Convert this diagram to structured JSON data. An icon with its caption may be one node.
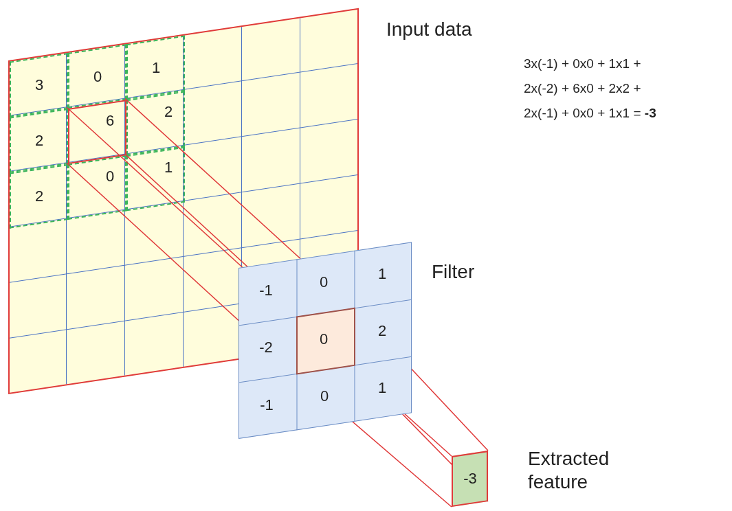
{
  "diagram": {
    "nodes": [
      {
        "text": [
          "Input data"
        ]
      },
      {
        "text": [
          "3"
        ],
        "in": 0
      },
      {
        "text": [
          "0"
        ],
        "in": 0
      },
      {
        "text": [
          "1"
        ],
        "in": 0
      },
      {
        "text": [
          "2"
        ],
        "in": 0
      },
      {
        "text": [
          "6"
        ],
        "in": 0
      },
      {
        "text": [
          "2"
        ],
        "in": 0
      },
      {
        "text": [
          "2"
        ],
        "in": 0
      },
      {
        "text": [
          "0"
        ],
        "in": 0
      },
      {
        "text": [
          "1"
        ],
        "in": 0
      },
      {
        "text": [
          "Filter"
        ]
      },
      {
        "text": [
          "-1"
        ]
      },
      {
        "text": [
          "0"
        ]
      },
      {
        "text": [
          "1"
        ],
        "in": 10
      },
      {
        "text": [
          "-2"
        ]
      },
      {
        "text": [
          "0"
        ]
      },
      {
        "text": [
          "2"
        ],
        "in": 10
      },
      {
        "text": [
          "-1"
        ],
        "in": 10
      },
      {
        "text": [
          "0"
        ],
        "in": 10
      },
      {
        "text": [
          "1"
        ],
        "in": 10
      },
      {
        "text": [
          "-3",
          "Extracted feature"
        ]
      }
    ],
    "labels": [
      "3x(-1) + 0x0 + 1x1 +",
      "2x(-2) + 6x0 + 2x2 +",
      "2x(-1) + 0x0 + 1x1 = **-3**"
    ]
  }
}
